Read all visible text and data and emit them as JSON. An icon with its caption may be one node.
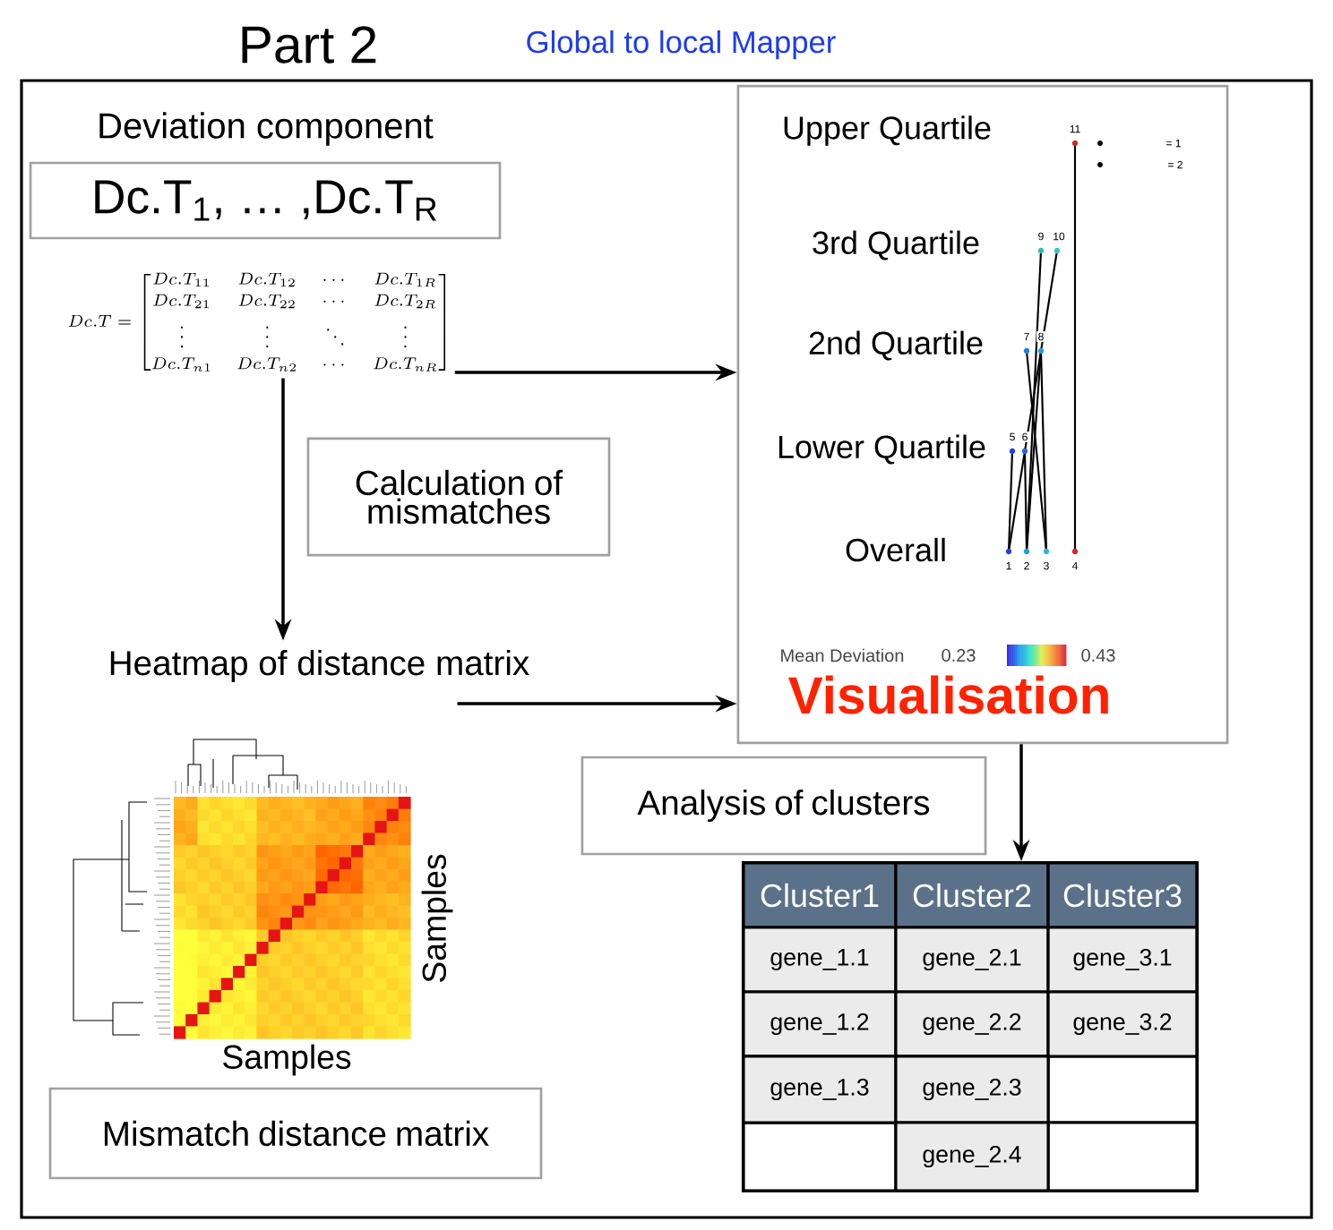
{
  "diagram": {
    "title": "Part 2",
    "nodes": [
      {
        "text": [
          "Deviation component",
          "Dc.T$_{1}$, … ,Dc.T$_{R}$"
        ]
      },
      {
        "text": [
          "Dc.T = \\begin{bmatrix} Dc.T_{11} & Dc.T_{12} & \\cdots & Dc.T_{1R} \\\\ Dc.T_{21} & Dc.T_{22} & \\cdots & Dc.T_{2R} \\\\ \\vdots & \\vdots & \\ddots & \\vdots \\\\ Dc.T_{n1} & Dc.T_{n2} & \\cdots & Dc.T_{nR} \\end{bmatrix}"
        ]
      },
      {
        "text": [
          "Heatmap of distance matrix"
        ]
      },
      {
        "text": [
          "Mismatch distance matrix"
        ]
      },
      {
        "text": [
          "Visualisation"
        ]
      },
      {
        "text": [
          "Calculation of mismatches"
        ]
      },
      {
        "text": [
          "Analysis of clusters"
        ]
      },
      {
        "text": [],
        "shape": "box"
      }
    ],
    "edges": [
      {
        "from": 1,
        "to": 4,
        "arrow": "to"
      },
      {
        "from": 1,
        "to": 2,
        "arrow": "to"
      },
      {
        "from": 2,
        "to": 4,
        "arrow": "to"
      },
      {
        "from": 4,
        "to": 7,
        "arrow": "to"
      }
    ],
    "labels": [
      "Global to local Mapper",
      "Upper Quartile",
      "11",
      "= 1",
      "= 2",
      "3rd Quartile",
      "9",
      "10",
      "2nd Quartile",
      "7",
      "8",
      "Lower Quartile",
      "5",
      "6",
      "Overall",
      "1",
      "2",
      "3",
      "4",
      "Mean Deviation",
      "0.23",
      "0.43",
      "Samples",
      "Samples",
      "Cluster1",
      "Cluster2",
      "Cluster3",
      "gene_1.1",
      "gene_2.1",
      "gene_3.1",
      "gene_1.2",
      "gene_2.2",
      "gene_3.2",
      "gene_1.3",
      "gene_2.3",
      "gene_2.4"
    ]
  }
}
